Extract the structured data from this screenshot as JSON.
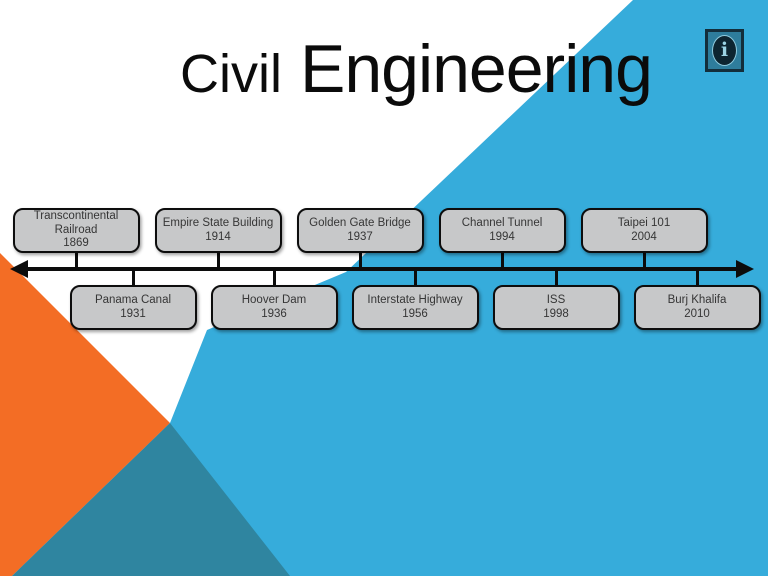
{
  "slide": {
    "title": {
      "word1": "Civil",
      "word2": "Engineering"
    },
    "info_button": {
      "glyph": "i"
    },
    "colors": {
      "cyan": "#36acdb",
      "teal": "#2f85a0",
      "orange": "#f36d25",
      "box_fill": "#c7c8c9",
      "box_border": "#0d0d0d",
      "axis_black": "#0c0c0c"
    },
    "timeline": {
      "top_events": [
        {
          "name": "Transcontinental Railroad",
          "year": "1869"
        },
        {
          "name": "Empire State Building",
          "year": "1914"
        },
        {
          "name": "Golden Gate Bridge",
          "year": "1937"
        },
        {
          "name": "Channel Tunnel",
          "year": "1994"
        },
        {
          "name": "Taipei 101",
          "year": "2004"
        }
      ],
      "bottom_events": [
        {
          "name": "Panama Canal",
          "year": "1931"
        },
        {
          "name": "Hoover Dam",
          "year": "1936"
        },
        {
          "name": "Interstate Highway",
          "year": "1956"
        },
        {
          "name": "ISS",
          "year": "1998"
        },
        {
          "name": "Burj Khalifa",
          "year": "2010"
        }
      ]
    }
  }
}
